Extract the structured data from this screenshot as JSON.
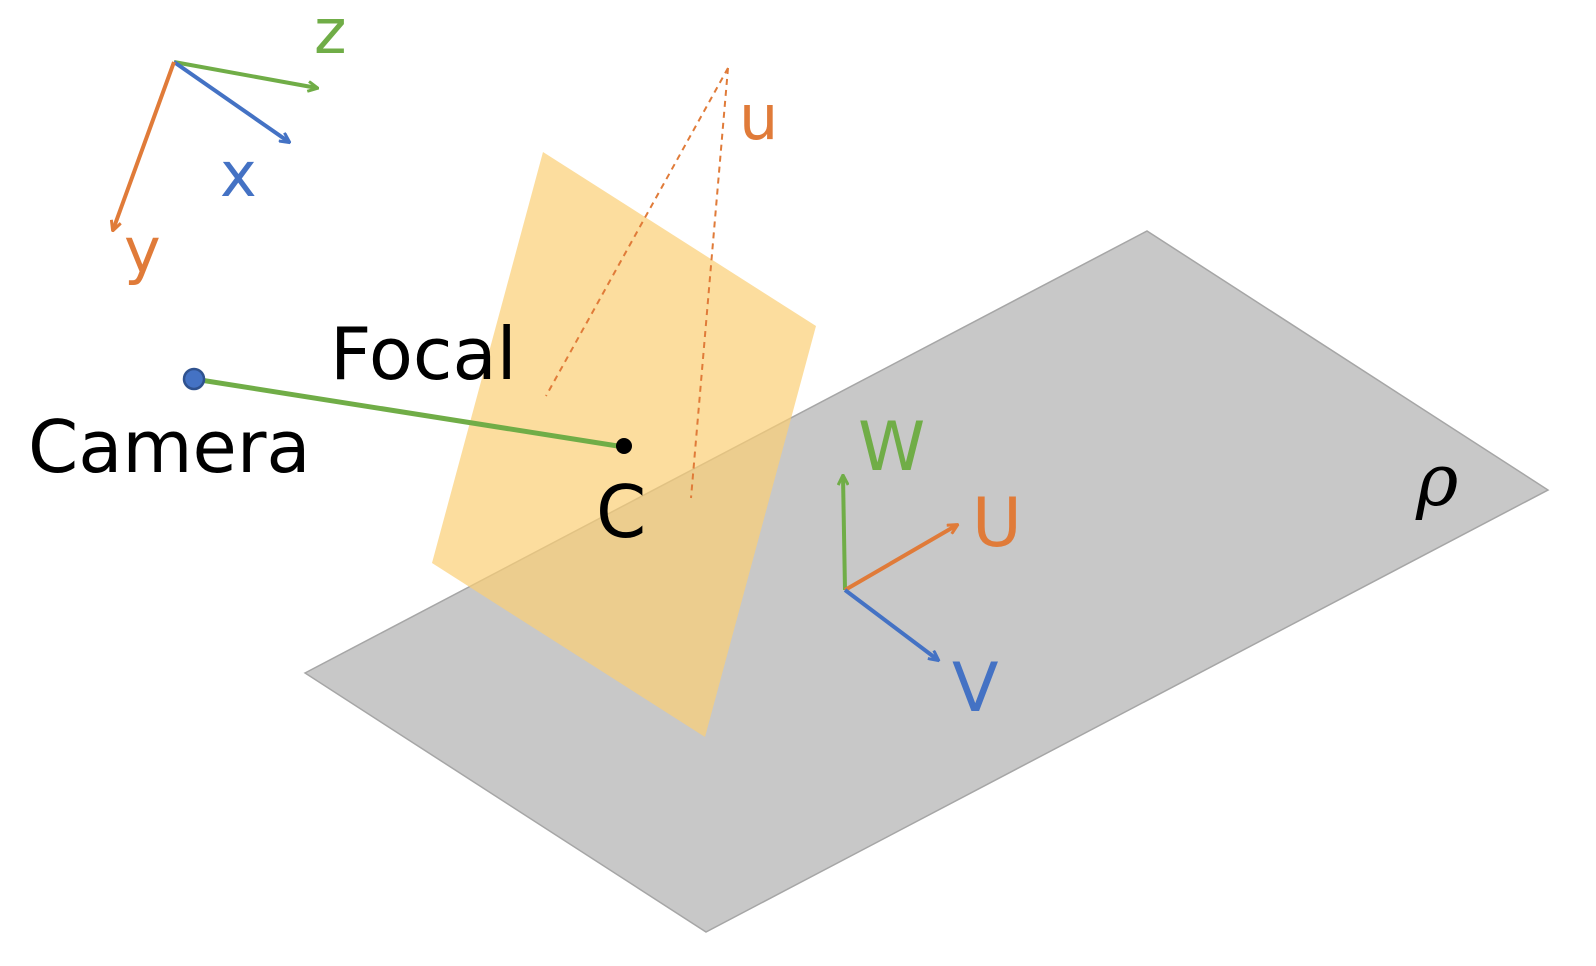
{
  "colors": {
    "orange": "#e07b39",
    "green": "#70ad47",
    "blue": "#4472c4",
    "black": "#000000",
    "ground_plane": "#c8c8c8",
    "image_plane": "#fbcf75"
  },
  "labels": {
    "axis_z": "z",
    "axis_x": "x",
    "axis_y": "y",
    "ray_u": "u",
    "focal": "Focal",
    "camera": "Camera",
    "center": "C",
    "plane_W": "W",
    "plane_U": "U",
    "plane_V": "V",
    "plane_rho": "ρ"
  }
}
